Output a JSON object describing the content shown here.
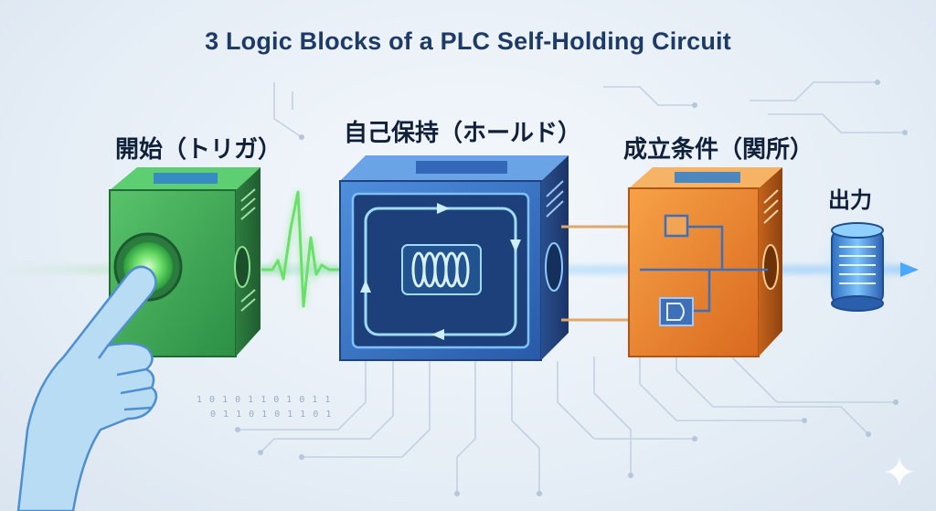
{
  "title": "3 Logic Blocks of a PLC Self-Holding Circuit",
  "blocks": {
    "start": {
      "label": "開始（トリガ）",
      "color": "#3fae55"
    },
    "hold": {
      "label": "自己保持（ホールド）",
      "color": "#3a78c8"
    },
    "condition": {
      "label": "成立条件（関所）",
      "color": "#ee8a2e"
    },
    "output": {
      "label": "出力",
      "color": "#4a90d6"
    }
  },
  "binary": {
    "line1": "1 0 1 0   1   1 0   1 0 1 1",
    "line2": "0 1   1 0   1 0   1 1 0 1"
  },
  "icons": [
    "hand-icon",
    "push-button-icon",
    "coil-icon",
    "logic-gate-icon",
    "sparkle-icon"
  ]
}
